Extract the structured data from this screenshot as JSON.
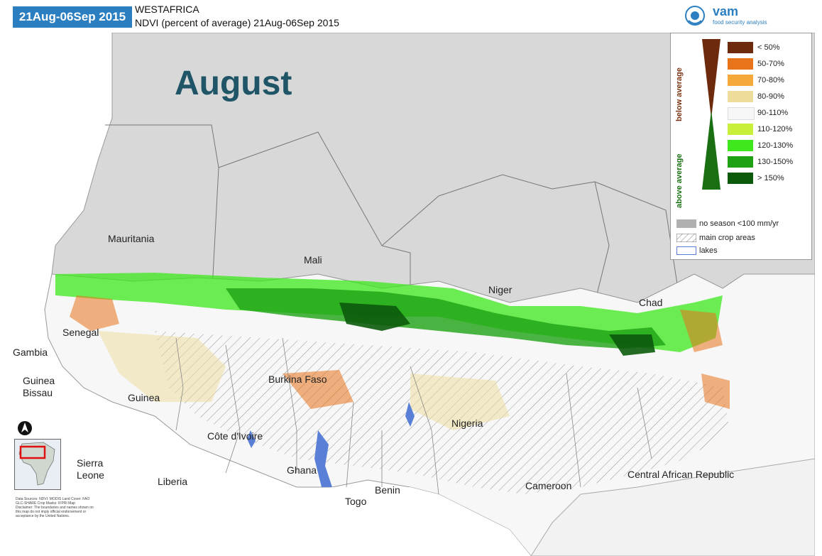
{
  "header": {
    "date_badge": "21Aug-06Sep 2015",
    "region": "WESTAFRICA",
    "subtitle": "NDVI (percent of average) 21Aug-06Sep 2015",
    "logo_text": "vam",
    "logo_sub": "food security analysis"
  },
  "map": {
    "big_label": "August",
    "countries": [
      "Mauritania",
      "Mali",
      "Niger",
      "Chad",
      "Senegal",
      "Gambia",
      "Guinea Bissau",
      "Guinea",
      "Burkina Faso",
      "Sierra Leone",
      "Liberia",
      "Côte d'Ivoire",
      "Ghana",
      "Togo",
      "Benin",
      "Nigeria",
      "Cameroon",
      "Central African Republic"
    ],
    "colors": {
      "no_season": "#d6d6d6",
      "ocean": "#ffffff",
      "land_outside": "#e2e2e2",
      "normal": "#f7f7f7"
    }
  },
  "legend": {
    "below_label": "below average",
    "above_label": "above average",
    "classes": [
      {
        "label": "< 50%",
        "color": "#6e2a0c"
      },
      {
        "label": "50-70%",
        "color": "#e8731a"
      },
      {
        "label": "70-80%",
        "color": "#f5a93a"
      },
      {
        "label": "80-90%",
        "color": "#eedc9a"
      },
      {
        "label": "90-110%",
        "color": "#f7f7f7"
      },
      {
        "label": "110-120%",
        "color": "#c8f03a"
      },
      {
        "label": "120-130%",
        "color": "#3ee81c"
      },
      {
        "label": "130-150%",
        "color": "#1ea214"
      },
      {
        "label": "> 150%",
        "color": "#0b5a0b"
      }
    ],
    "extra": [
      {
        "label": "no season <100 mm/yr",
        "color": "#b0b0b0"
      },
      {
        "label": "main crop areas",
        "color": "hatch"
      },
      {
        "label": "lakes",
        "color": "#5a7fd6"
      }
    ]
  },
  "inset_info": "Data Sources: NDVI: MODIS Land Cover: FAO GLC-SHARE Crop Masks: IFPRI Map Disclaimer: The boundaries and names shown on this map do not imply official endorsement or acceptance by the United Nations."
}
